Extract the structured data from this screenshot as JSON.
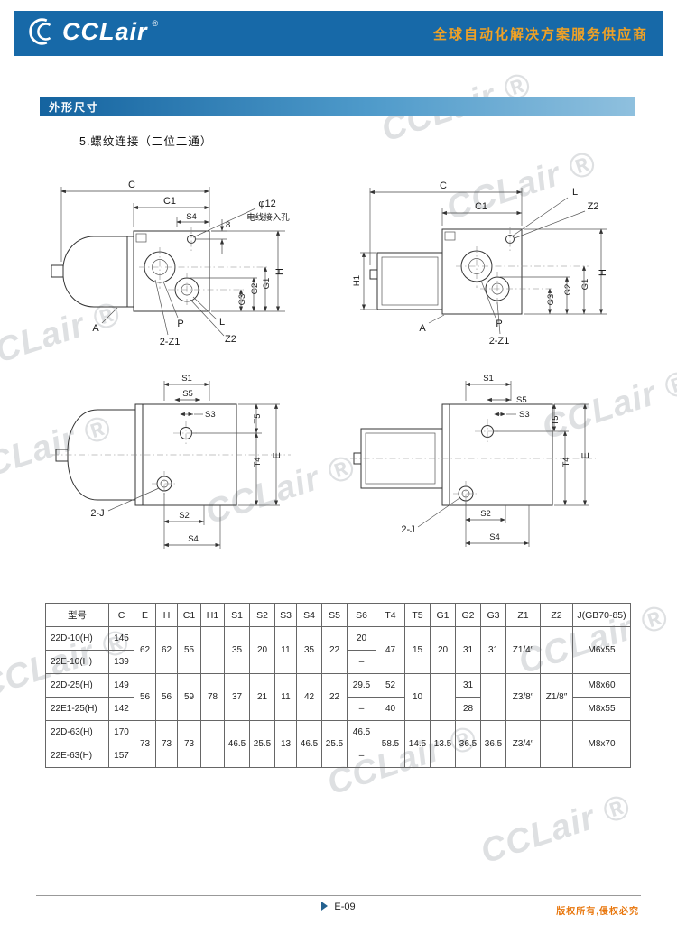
{
  "colors": {
    "header_blue": "#1769a8",
    "tagline_orange": "#f0a125",
    "copyright_orange": "#e8750a"
  },
  "icons": {
    "logo": "cclair-swoosh-icon",
    "page_marker": "triangle-right-icon"
  },
  "watermark": {
    "text": "CCLair ®"
  },
  "header": {
    "logo_text": "CCLair",
    "logo_reg": "®",
    "tagline": "全球自动化解决方案服务供应商"
  },
  "section": {
    "title": "外形尺寸",
    "subtitle": "5.螺纹连接（二位二通）"
  },
  "drawings": {
    "d1": {
      "C": "C",
      "C1": "C1",
      "S4": "S4",
      "phi12": "φ12",
      "cable": "电线接入孔",
      "d8": "8",
      "H": "H",
      "G1": "G1",
      "G2": "G2",
      "G3": "G3",
      "A": "A",
      "P": "P",
      "Z1": "2-Z1",
      "L": "L",
      "Z2": "Z2"
    },
    "d2": {
      "C": "C",
      "C1": "C1",
      "L": "L",
      "Z2": "Z2",
      "H1": "H1",
      "H": "H",
      "G1": "G1",
      "G2": "G2",
      "G3": "G3",
      "A": "A",
      "P": "P",
      "Z1": "2-Z1"
    },
    "d3": {
      "S1": "S1",
      "S5": "S5",
      "S3": "S3",
      "T5": "T5",
      "T4": "T4",
      "E": "E",
      "J": "2-J",
      "S2": "S2",
      "S4": "S4"
    },
    "d4": {
      "S1": "S1",
      "S5": "S5",
      "S3": "S3",
      "T5": "T5",
      "T4": "T4",
      "E": "E",
      "J": "2-J",
      "S2": "S2",
      "S4": "S4"
    }
  },
  "table": {
    "headers": [
      "型号",
      "C",
      "E",
      "H",
      "C1",
      "H1",
      "S1",
      "S2",
      "S3",
      "S4",
      "S5",
      "S6",
      "T4",
      "T5",
      "G1",
      "G2",
      "G3",
      "Z1",
      "Z2",
      "J(GB70-85)"
    ],
    "rows": [
      {
        "model": "22D-10(H)",
        "c": "145",
        "s6": "20"
      },
      {
        "model": "22E-10(H)",
        "c": "139",
        "s6": "–"
      },
      {
        "model": "22D-25(H)",
        "c": "149",
        "s6": "29.5",
        "t4": "52",
        "g2": "31",
        "j": "M8x60"
      },
      {
        "model": "22E1-25(H)",
        "c": "142",
        "s6": "–",
        "t4": "40",
        "g2": "28",
        "j": "M8x55"
      },
      {
        "model": "22D-63(H)",
        "c": "170",
        "s6": "46.5"
      },
      {
        "model": "22E-63(H)",
        "c": "157",
        "s6": "–"
      }
    ],
    "groups": [
      {
        "e": "62",
        "h": "62",
        "c1": "55",
        "h1": "",
        "s1": "35",
        "s2": "20",
        "s3": "11",
        "s4": "35",
        "s5": "22",
        "t4": "47",
        "t5": "15",
        "g1": "20",
        "g2": "31",
        "g3": "31",
        "z1": "Z1/4″",
        "z2": "",
        "j": "M6x55"
      },
      {
        "e": "56",
        "h": "56",
        "c1": "59",
        "h1": "78",
        "s1": "37",
        "s2": "21",
        "s3": "11",
        "s4": "42",
        "s5": "22",
        "t5": "10",
        "g1": "",
        "g3": "",
        "z1": "Z3/8″",
        "z2": "Z1/8″"
      },
      {
        "e": "73",
        "h": "73",
        "c1": "73",
        "h1": "",
        "s1": "46.5",
        "s2": "25.5",
        "s3": "13",
        "s4": "46.5",
        "s5": "25.5",
        "t4": "58.5",
        "t5": "14.5",
        "g1": "13.5",
        "g2": "36.5",
        "g3": "36.5",
        "z1": "Z3/4″",
        "z2": "",
        "j": "M8x70"
      }
    ]
  },
  "footer": {
    "page": "E-09",
    "copyright": "版权所有,侵权必究"
  }
}
